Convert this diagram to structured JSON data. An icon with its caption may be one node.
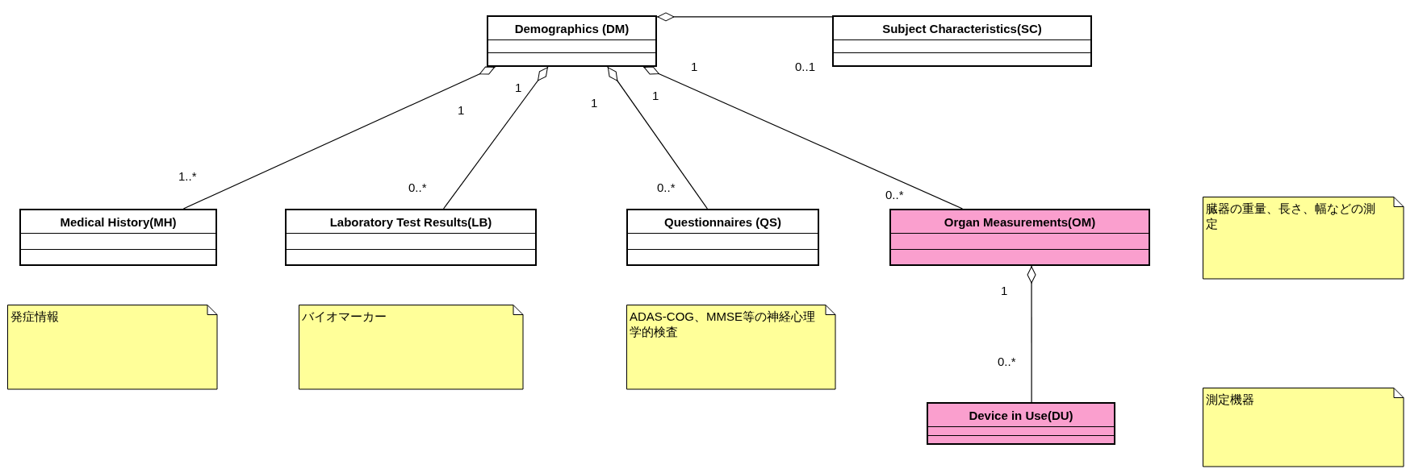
{
  "diagram": {
    "nodes": [
      {
        "text": [
          "Demographics (DM)"
        ]
      },
      {
        "text": [
          "Subject Characteristics(SC)"
        ]
      },
      {
        "text": [
          "Medical History(MH)"
        ]
      },
      {
        "text": [
          "Laboratory Test Results(LB)"
        ]
      },
      {
        "text": [
          "Questionnaires (QS)"
        ]
      },
      {
        "text": [
          "Organ Measurements(OM)"
        ]
      },
      {
        "text": [
          "臓器の重量、長さ、幅などの測定"
        ]
      },
      {
        "text": [
          "発症情報"
        ]
      },
      {
        "text": [
          "バイオマーカー"
        ]
      },
      {
        "text": [
          "ADAS-COG、MMSE等の神経心理学的検査"
        ]
      },
      {
        "text": [
          "Device in Use(DU)"
        ]
      },
      {
        "text": [
          "測定機器"
        ]
      }
    ],
    "edges": [
      {
        "from": 0,
        "to": 1,
        "arrow": "other"
      },
      {
        "from": 0,
        "to": 2,
        "arrow": "other"
      },
      {
        "from": 0,
        "to": 3,
        "arrow": "other"
      },
      {
        "from": 0,
        "to": 4,
        "arrow": "other"
      },
      {
        "from": 0,
        "to": 5,
        "arrow": "other"
      },
      {
        "from": 5,
        "to": 10,
        "arrow": "other"
      }
    ],
    "labels": [
      "1",
      "0..1",
      "1",
      "1",
      "1",
      "1",
      "1..*",
      "0..*",
      "0..*",
      "0..*",
      "1",
      "0..*"
    ]
  }
}
